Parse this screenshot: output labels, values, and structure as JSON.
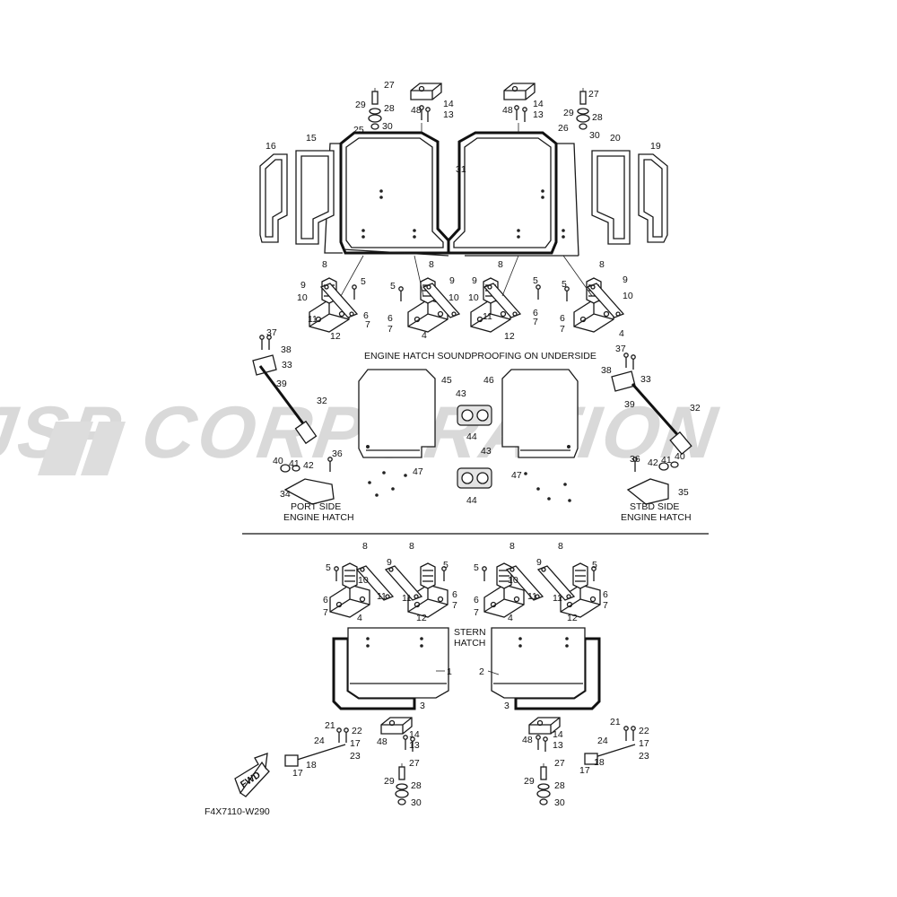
{
  "watermark": "JSP CORPORATION",
  "captions": {
    "soundproofing": "ENGINE HATCH SOUNDPROOFING ON UNDERSIDE",
    "port_1": "PORT SIDE",
    "port_2": "ENGINE HATCH",
    "stbd_1": "STBD SIDE",
    "stbd_2": "ENGINE HATCH",
    "stern_1": "STERN",
    "stern_2": "HATCH",
    "fwd": "FWD",
    "part_number": "F4X7110-W290"
  },
  "callouts": {
    "top_left_hinge": [
      "27",
      "29",
      "28",
      "30",
      "48",
      "14",
      "13",
      "25"
    ],
    "top_right_hinge": [
      "48",
      "14",
      "13",
      "27",
      "29",
      "28",
      "30",
      "26"
    ],
    "top_panels": [
      "16",
      "15",
      "31",
      "20",
      "19"
    ],
    "top_brackets_left": [
      "8",
      "9",
      "5",
      "10",
      "11",
      "6",
      "7",
      "12",
      "8",
      "5",
      "9",
      "10",
      "6",
      "7",
      "4"
    ],
    "top_brackets_right": [
      "8",
      "9",
      "5",
      "10",
      "11",
      "6",
      "7",
      "12",
      "8",
      "5",
      "9",
      "10",
      "6",
      "7",
      "4"
    ],
    "strut_left": [
      "37",
      "38",
      "33",
      "39",
      "32",
      "36",
      "40",
      "41",
      "42",
      "34"
    ],
    "strut_right": [
      "37",
      "38",
      "33",
      "39",
      "32",
      "36",
      "42",
      "41",
      "40",
      "35"
    ],
    "soundproof": [
      "45",
      "46",
      "43",
      "44",
      "43",
      "44",
      "47",
      "47"
    ],
    "bottom_brackets": [
      "8",
      "8",
      "9",
      "5",
      "10",
      "11",
      "6",
      "7",
      "4",
      "12",
      "6",
      "7",
      "11",
      "5",
      "8",
      "8",
      "9",
      "5",
      "10",
      "11",
      "6",
      "7",
      "4",
      "12",
      "6",
      "7",
      "11",
      "5"
    ],
    "stern": [
      "1",
      "2",
      "3",
      "3"
    ],
    "bottom_left": [
      "21",
      "22",
      "24",
      "17",
      "23",
      "18",
      "17",
      "48",
      "14",
      "13",
      "27",
      "29",
      "28",
      "30"
    ],
    "bottom_right": [
      "48",
      "14",
      "13",
      "27",
      "29",
      "28",
      "30",
      "21",
      "22",
      "24",
      "17",
      "23",
      "18",
      "17"
    ]
  }
}
